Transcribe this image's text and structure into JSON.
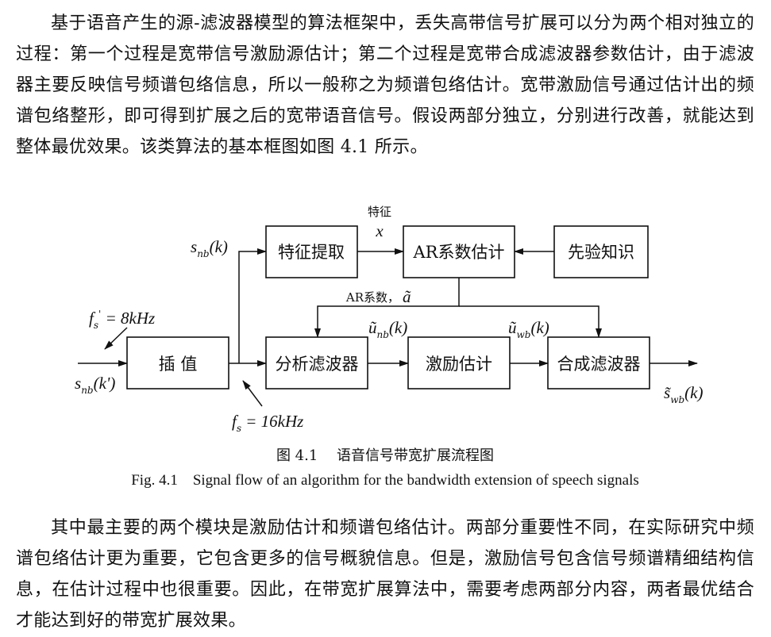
{
  "paragraph_1": "基于语音产生的源-滤波器模型的算法框架中，丢失高带信号扩展可以分为两个相对独立的过程：第一个过程是宽带信号激励源估计；第二个过程是宽带合成滤波器参数估计，由于滤波器主要反映信号频谱包络信息，所以一般称之为频谱包络估计。宽带激励信号通过估计出的频谱包络整形，即可得到扩展之后的宽带语音信号。假设两部分独立，分别进行改善，就能达到整体最优效果。该类算法的基本框图如图 4.1 所示。",
  "figure": {
    "blocks": {
      "interp": "插 值",
      "feature": "特征提取",
      "ar_est": "AR系数估计",
      "prior": "先验知识",
      "analysis": "分析滤波器",
      "excitation": "激励估计",
      "synthesis": "合成滤波器"
    },
    "labels": {
      "feature_word": "特征",
      "feature_sym": "x",
      "ar_coef_word": "AR系数，",
      "ar_coef_sym": "ã",
      "fs_in_sym": "f",
      "fs_in_sub": "s",
      "fs_in_prime": "'",
      "fs_in_val": " = 8kHz",
      "snb_in_sym": "s",
      "snb_in_sub": "nb",
      "snb_in_arg": "(k')",
      "snb_sym": "s",
      "snb_sub": "nb",
      "snb_arg": "(k)",
      "fs_sym": "f",
      "fs_sub": "s",
      "fs_val": " = 16kHz",
      "unb_sym": "ũ",
      "unb_sub": "nb",
      "unb_arg": "(k)",
      "uwb_sym": "ũ",
      "uwb_sub": "wb",
      "uwb_arg": "(k)",
      "swb_sym": "s̃",
      "swb_sub": "wb",
      "swb_arg": "(k)"
    },
    "caption_cn": "图 4.1　 语音信号带宽扩展流程图",
    "caption_en": "Fig. 4.1　Signal flow of an algorithm for the bandwidth extension of speech signals"
  },
  "paragraph_2": "其中最主要的两个模块是激励估计和频谱包络估计。两部分重要性不同，在实际研究中频谱包络估计更为重要，它包含更多的信号概貌信息。但是，激励信号包含信号频谱精细结构信息，在估计过程中也很重要。因此，在带宽扩展算法中，需要考虑两部分内容，两者最优结合才能达到好的带宽扩展效果。"
}
